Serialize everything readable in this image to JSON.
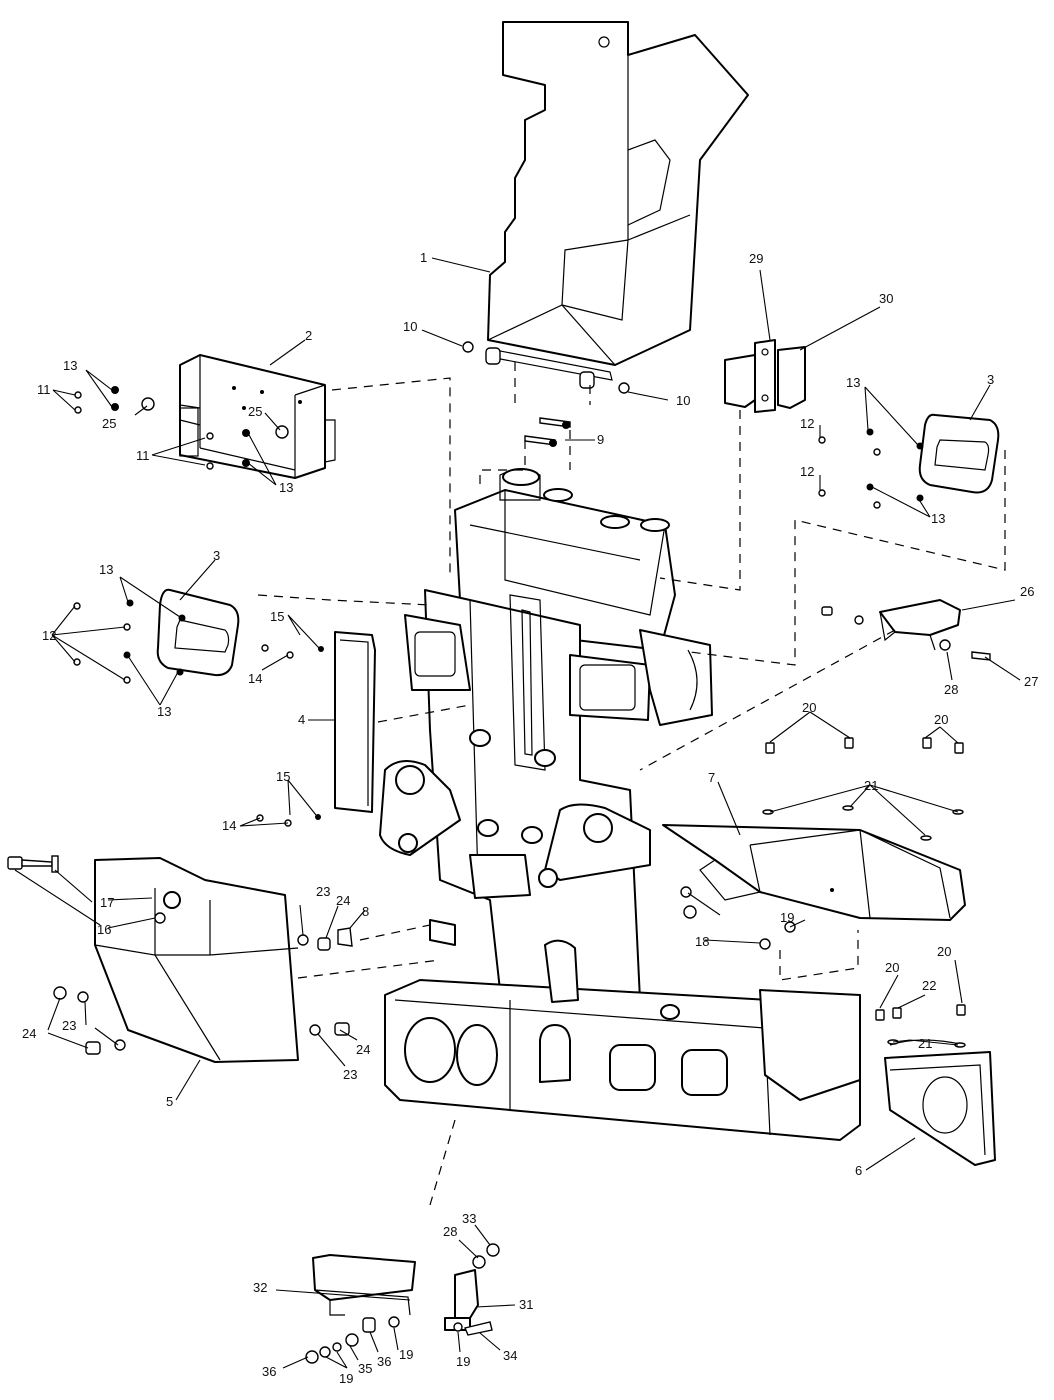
{
  "callouts": {
    "c1": "1",
    "c2": "2",
    "c3a": "3",
    "c3b": "3",
    "c4": "4",
    "c5": "5",
    "c6": "6",
    "c7": "7",
    "c8": "8",
    "c9": "9",
    "c10a": "10",
    "c10b": "10",
    "c11a": "11",
    "c11b": "11",
    "c12a": "12",
    "c12b": "12",
    "c12c": "12",
    "c13a": "13",
    "c13b": "13",
    "c13c": "13",
    "c13d": "13",
    "c13e": "13",
    "c13f": "13",
    "c14a": "14",
    "c14b": "14",
    "c15a": "15",
    "c15b": "15",
    "c16": "16",
    "c17": "17",
    "c18": "18",
    "c19a": "19",
    "c19b": "19",
    "c19c": "19",
    "c19d": "19",
    "c20a": "20",
    "c20b": "20",
    "c20c": "20",
    "c20d": "20",
    "c21a": "21",
    "c21b": "21",
    "c22": "22",
    "c23a": "23",
    "c23b": "23",
    "c23c": "23",
    "c24a": "24",
    "c24b": "24",
    "c24c": "24",
    "c25a": "25",
    "c25b": "25",
    "c26": "26",
    "c27": "27",
    "c28a": "28",
    "c28b": "28",
    "c29": "29",
    "c30": "30",
    "c31": "31",
    "c32": "32",
    "c33": "33",
    "c34": "34",
    "c35": "35",
    "c36a": "36",
    "c36b": "36"
  }
}
